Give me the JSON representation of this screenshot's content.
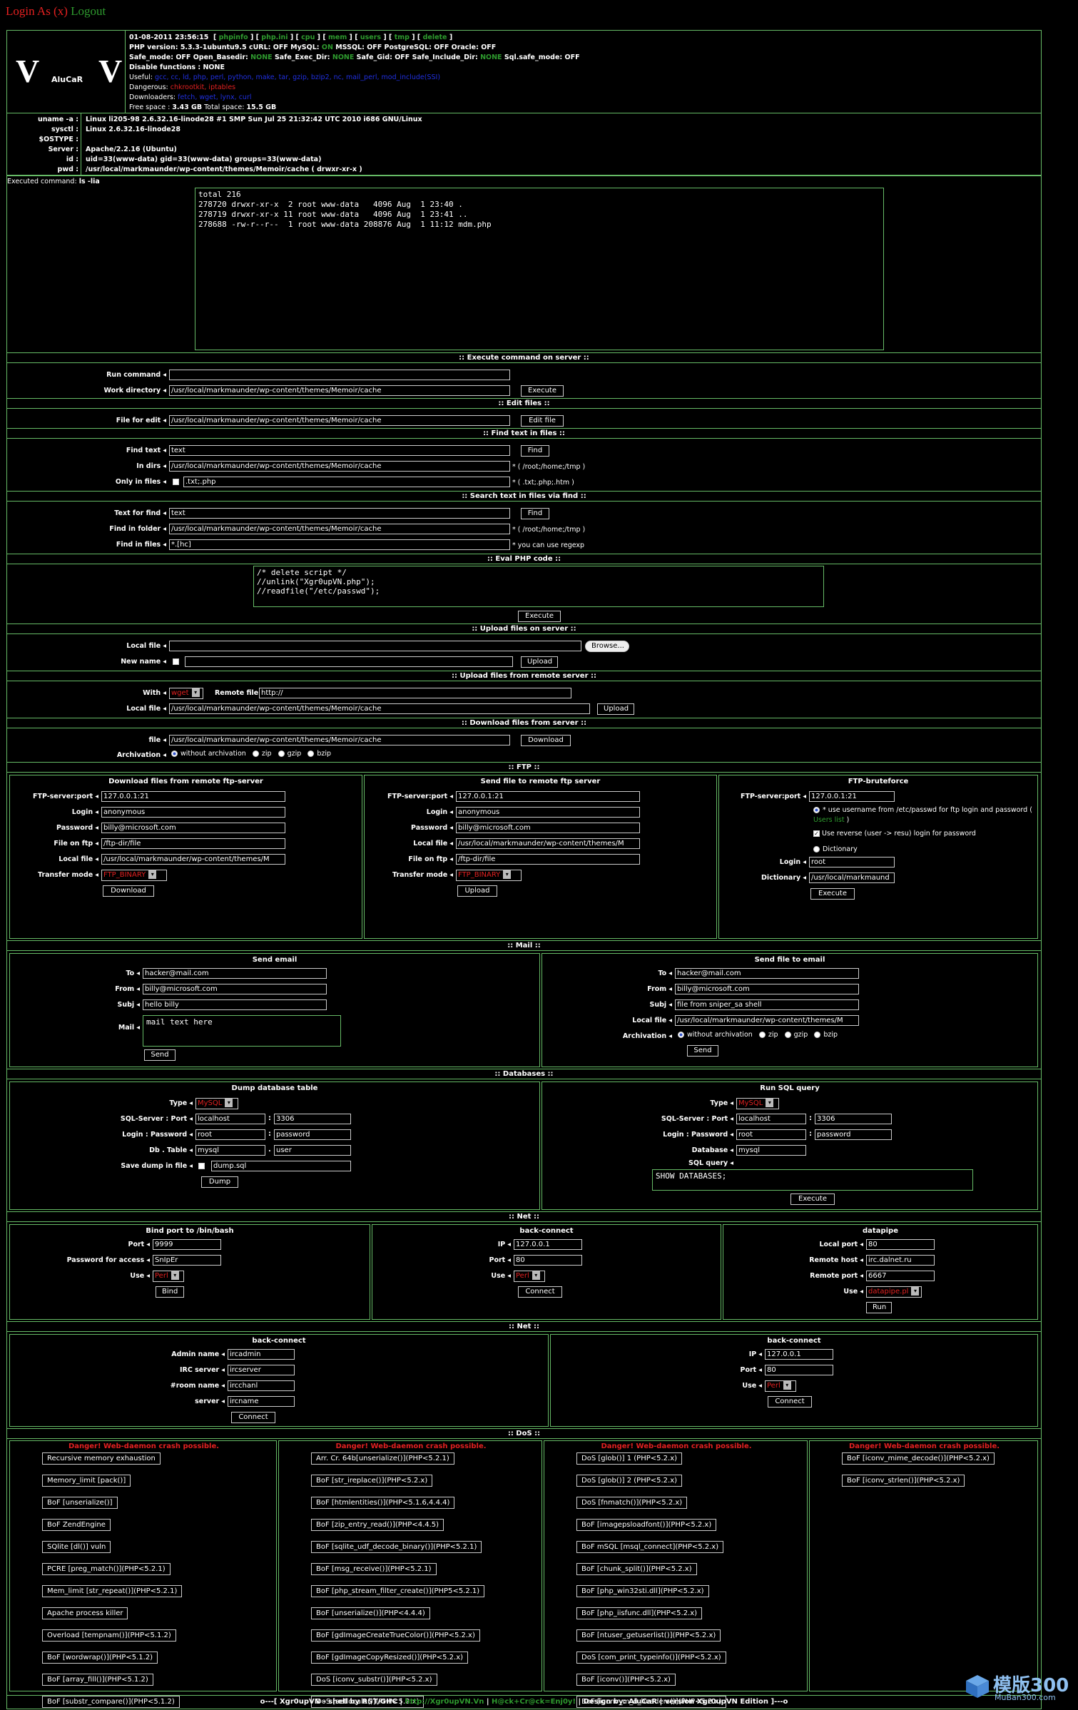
{
  "top": {
    "login": "Login As (x)",
    "logout": "Logout"
  },
  "logo": {
    "v1": "V",
    "name": "AluCaR",
    "v2": "V"
  },
  "info": {
    "datetime": "01-08-2011 23:56:15",
    "links": [
      "phpinfo",
      "php.ini",
      "cpu",
      "mem",
      "users",
      "tmp",
      "delete"
    ],
    "line1_prefix": "PHP version: ",
    "php_version": "5.3.3-1ubuntu9.5",
    "curl_l": " cURL: ",
    "curl": "OFF",
    "mysql_l": " MySQL: ",
    "mysql": "ON",
    "mssql_l": " MSSQL: ",
    "mssql": "OFF",
    "pg_l": " PostgreSQL: ",
    "pg": "OFF",
    "ora_l": " Oracle: ",
    "ora": "OFF",
    "safe_l": "Safe_mode: ",
    "safe": "OFF",
    "obd_l": " Open_Basedir: ",
    "obd": "NONE",
    "sed_l": " Safe_Exec_Dir: ",
    "sed": "NONE",
    "sgid_l": " Safe_Gid: ",
    "sgid": "OFF",
    "sid_l": " Safe_Include_Dir: ",
    "sid": "NONE",
    "sqlsafe_l": " Sql.safe_mode: ",
    "sqlsafe": "OFF",
    "disable_l": "Disable functions : ",
    "disable": "NONE",
    "useful_l": "Useful: ",
    "useful": "gcc, cc, ld, php, perl, python, make, tar, gzip, bzip2, nc, mail_perl, mod_include(SSI)",
    "danger_l": "Dangerous: ",
    "danger": "chkrootkit, iptables",
    "down_l": "Downloaders: ",
    "down": "fetch, wget, lynx, curl",
    "free_l": "Free space : ",
    "free": "3.43 GB",
    "total_l": " Total space: ",
    "total": "15.5 GB"
  },
  "sys": {
    "labels": [
      "uname -a :",
      "sysctl :",
      "$OSTYPE :",
      "Server :",
      "id :",
      "pwd :"
    ],
    "values": [
      "Linux li205-98 2.6.32.16-linode28 #1 SMP Sun Jul 25 21:32:42 UTC 2010 i686 GNU/Linux",
      "Linux 2.6.32.16-linode28",
      "",
      "Apache/2.2.16 (Ubuntu)",
      "uid=33(www-data) gid=33(www-data) groups=33(www-data)",
      "/usr/local/markmaunder/wp-content/themes/Memoir/cache   ( drwxr-xr-x )"
    ]
  },
  "exec": {
    "label": "Executed command: ",
    "cmd": "ls -lia",
    "output": "total 216\n278720 drwxr-xr-x  2 root www-data   4096 Aug  1 23:40 .\n278719 drwxr-xr-x 11 root www-data   4096 Aug  1 23:41 ..\n278688 -rw-r--r--  1 root www-data 208876 Aug  1 11:12 mdm.php"
  },
  "path": "/usr/local/markmaunder/wp-content/themes/Memoir/cache",
  "s_exec": {
    "title": ":: Execute command on server ::",
    "run": "Run command",
    "work": "Work directory",
    "btn": "Execute"
  },
  "s_edit": {
    "title": ":: Edit files ::",
    "file": "File for edit",
    "btn": "Edit file"
  },
  "s_find": {
    "title": ":: Find text in files ::",
    "text_l": "Find text",
    "text": "text",
    "btn": "Find",
    "dirs_l": "In dirs",
    "dirs_note": "* ( /root;/home;/tmp )",
    "only_l": "Only in files",
    "only": ".txt;.php",
    "only_note": "* ( .txt;.php;.htm )"
  },
  "s_findf": {
    "title": ":: Search text in files via find ::",
    "text_l": "Text for find",
    "text": "text",
    "btn": "Find",
    "folder_l": "Find in folder",
    "folder_note": "* ( /root;/home;/tmp )",
    "files_l": "Find in files",
    "files": "*.[hc]",
    "files_note": "* you can use regexp"
  },
  "s_eval": {
    "title": ":: Eval PHP code ::",
    "code": "/* delete script */\n//unlink(\"Xgr0upVN.php\");\n//readfile(\"/etc/passwd\");",
    "btn": "Execute"
  },
  "s_upload": {
    "title": ":: Upload files on server ::",
    "local_l": "Local file",
    "browse": "Browse...",
    "new_l": "New name",
    "btn": "Upload"
  },
  "s_upremote": {
    "title": ":: Upload files from remote server ::",
    "with_l": "With",
    "with": "wget",
    "remote_l": "Remote file",
    "remote": "http://",
    "local_l": "Local file",
    "btn": "Upload"
  },
  "s_download": {
    "title": ":: Download files from server ::",
    "file_l": "file",
    "btn": "Download",
    "arch_l": "Archivation",
    "arch_opts": [
      "without archivation",
      "zip",
      "gzip",
      "bzip"
    ]
  },
  "s_ftp": {
    "title": ":: FTP ::",
    "c1": {
      "title": "Download files from remote ftp-server",
      "server_l": "FTP-server:port",
      "server": "127.0.0.1:21",
      "login_l": "Login",
      "login": "anonymous",
      "pass_l": "Password",
      "pass": "billy@microsoft.com",
      "onftp_l": "File on ftp",
      "onftp": "/ftp-dir/file",
      "local_l": "Local file",
      "local": "/usr/local/markmaunder/wp-content/themes/M",
      "mode_l": "Transfer mode",
      "mode": "FTP_BINARY",
      "btn": "Download"
    },
    "c2": {
      "title": "Send file to remote ftp server",
      "server_l": "FTP-server:port",
      "server": "127.0.0.1:21",
      "login_l": "Login",
      "login": "anonymous",
      "pass_l": "Password",
      "pass": "billy@microsoft.com",
      "local_l": "Local file",
      "local": "/usr/local/markmaunder/wp-content/themes/M",
      "onftp_l": "File on ftp",
      "onftp": "/ftp-dir/file",
      "mode_l": "Transfer mode",
      "mode": "FTP_BINARY",
      "btn": "Upload"
    },
    "c3": {
      "title": "FTP-bruteforce",
      "server_l": "FTP-server:port",
      "server": "127.0.0.1:21",
      "opt1": "* use username from /etc/passwd for ftp login and password (",
      "opt1_link": "Users list",
      "opt1_end": " )",
      "opt2": "Use reverse (user -> resu) login for password",
      "opt3": "Dictionary",
      "login_l": "Login",
      "login": "root",
      "dict_l": "Dictionary",
      "dict": "/usr/local/markmaund",
      "btn": "Execute"
    }
  },
  "s_mail": {
    "title": ":: Mail ::",
    "c1": {
      "title": "Send email",
      "to_l": "To",
      "to": "hacker@mail.com",
      "from_l": "From",
      "from": "billy@microsoft.com",
      "subj_l": "Subj",
      "subj": "hello billy",
      "mail_l": "Mail",
      "mail": "mail text here",
      "btn": "Send"
    },
    "c2": {
      "title": "Send file to email",
      "to_l": "To",
      "to": "hacker@mail.com",
      "from_l": "From",
      "from": "billy@microsoft.com",
      "subj_l": "Subj",
      "subj": "file from sniper_sa shell",
      "local_l": "Local file",
      "local": "/usr/local/markmaunder/wp-content/themes/M",
      "arch_l": "Archivation",
      "arch_opts": [
        "without archivation",
        "zip",
        "gzip",
        "bzip"
      ],
      "btn": "Send"
    }
  },
  "s_db": {
    "title": ":: Databases ::",
    "c1": {
      "title": "Dump database table",
      "type_l": "Type",
      "type": "MySQL",
      "srv_l": "SQL-Server : Port",
      "srv": "localhost",
      "port": "3306",
      "lp_l": "Login : Password",
      "login": "root",
      "pass": "password",
      "dbt_l": "Db . Table",
      "db": "mysql",
      "table": "user",
      "save_l": "Save dump in file",
      "save": "dump.sql",
      "btn": "Dump"
    },
    "c2": {
      "title": "Run SQL query",
      "type_l": "Type",
      "type": "MySQL",
      "srv_l": "SQL-Server : Port",
      "srv": "localhost",
      "port": "3306",
      "lp_l": "Login : Password",
      "login": "root",
      "pass": "password",
      "db_l": "Database",
      "db": "mysql",
      "q_l": "SQL query",
      "q": "SHOW DATABASES;",
      "btn": "Execute"
    }
  },
  "s_net": {
    "title": ":: Net ::",
    "c1": {
      "title": "Bind port to /bin/bash",
      "port_l": "Port",
      "port": "9999",
      "pass_l": "Password for access",
      "pass": "SnIpEr",
      "use_l": "Use",
      "use": "Perl",
      "btn": "Bind"
    },
    "c2": {
      "title": "back-connect",
      "ip_l": "IP",
      "ip": "127.0.0.1",
      "port_l": "Port",
      "port": "80",
      "use_l": "Use",
      "use": "Perl",
      "btn": "Connect"
    },
    "c3": {
      "title": "datapipe",
      "lport_l": "Local port",
      "lport": "80",
      "rhost_l": "Remote host",
      "rhost": "irc.dalnet.ru",
      "rport_l": "Remote port",
      "rport": "6667",
      "use_l": "Use",
      "use": "datapipe.pl",
      "btn": "Run"
    }
  },
  "s_net2": {
    "title": ":: Net ::",
    "c1": {
      "title": "back-connect",
      "admin_l": "Admin name",
      "admin": "ircadmin",
      "irc_l": "IRC server",
      "irc": "ircserver",
      "room_l": "#room name",
      "room": "ircchanl",
      "server_l": "server",
      "server": "ircname",
      "btn": "Connect"
    },
    "c2": {
      "title": "back-connect",
      "ip_l": "IP",
      "ip": "127.0.0.1",
      "port_l": "Port",
      "port": "80",
      "use_l": "Use",
      "use": "Perl",
      "btn": "Connect"
    }
  },
  "s_dos": {
    "title": ":: DoS ::",
    "warn": "Danger! Web-daemon crash possible.",
    "cols": [
      [
        "Recursive memory exhaustion",
        "Memory_limit [pack()]",
        "BoF [unserialize()]",
        "BoF ZendEngine",
        "SQlite [dl()] vuln",
        "PCRE [preg_match()](PHP<5.2.1)",
        "Mem_limit [str_repeat()](PHP<5.2.1)",
        "Apache process killer",
        "Overload [tempnam()](PHP<5.1.2)",
        "BoF [wordwrap()](PHP<5.1.2)",
        "BoF [array_fill()](PHP<5.1.2)",
        "BoF [substr_compare()](PHP<5.1.2)"
      ],
      [
        "Arr. Cr. 64b[unserialize()](PHP<5.2.1)",
        "BoF [str_ireplace()](PHP<5.2.x)",
        "BoF [htmlentities()](PHP<5.1.6,4.4.4)",
        "BoF [zip_entry_read()](PHP<4.4.5)",
        "BoF [sqlite_udf_decode_binary()](PHP<5.2.1)",
        "BoF [msg_receive()](PHP<5.2.1)",
        "BoF [php_stream_filter_create()](PHP5<5.2.1)",
        "BoF [unserialize()](PHP<4.4.4)",
        "BoF [gdImageCreateTrueColor()](PHP<5.2.x)",
        "BoF [gdImageCopyResized()](PHP<5.2.x)",
        "DoS [iconv_substr()](PHP<5.2.x)",
        "DoS [setlocale()](PHP<5.2.x)"
      ],
      [
        "DoS [glob()] 1 (PHP<5.2.x)",
        "DoS [glob()] 2 (PHP<5.2.x)",
        "DoS [fnmatch()](PHP<5.2.x)",
        "BoF [imagepsloadfont()](PHP<5.2.x)",
        "BoF mSQL [msql_connect](PHP<5.2.x)",
        "BoF [chunk_split()](PHP<5.2.x)",
        "BoF [php_win32sti.dll](PHP<5.2.x)",
        "BoF [php_iisfunc.dll](PHP<5.2.x)",
        "BoF [ntuser_getuserlist()](PHP<5.2.x)",
        "DoS [com_print_typeinfo()](PHP<5.2.x)",
        "BoF [iconv()](PHP<5.2.x)",
        "BoF [iconv_m_d_headers()](PHP<5.2.x)"
      ],
      [
        "BoF [iconv_mime_decode()](PHP<5.2.x)",
        "BoF [iconv_strlen()](PHP<5.2.x)"
      ]
    ]
  },
  "footer": {
    "a": "o---[ Xgr0upVN - shell by RST/GHC | ",
    "link": "http://Xgr0upVN.Vn",
    "b": " | ",
    "hack": "H@ck+Cr@ck=Enj0y!",
    "c": " | Design by: AluCaR | version Xgr0upVN Edition ]---o"
  },
  "watermark": {
    "cn": "模版300",
    "url": "MuBan300.com"
  }
}
